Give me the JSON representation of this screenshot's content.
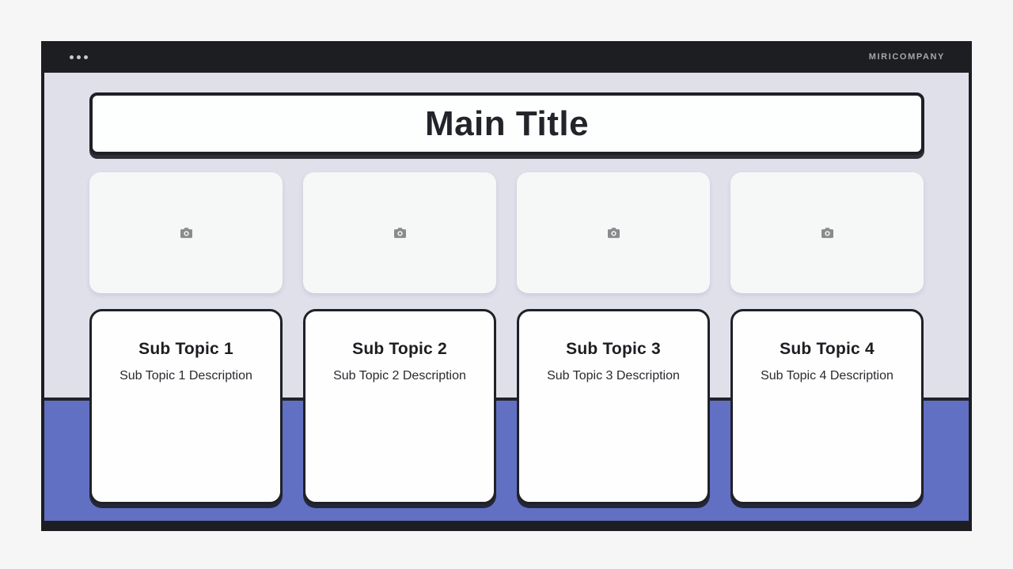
{
  "slide": {
    "topbar": {
      "menu_icon": "ellipsis-icon",
      "brand": "MIRICOMPANY"
    },
    "title": "Main Title",
    "colors": {
      "frame": "#1d1e21",
      "body_top": "#dfe0ea",
      "body_bottom": "#6170c3",
      "card_border": "#202127",
      "placeholder_bg": "#f6f7f7",
      "camera_icon": "#8b8b8e"
    },
    "image_placeholders": [
      {
        "icon": "camera-icon"
      },
      {
        "icon": "camera-icon"
      },
      {
        "icon": "camera-icon"
      },
      {
        "icon": "camera-icon"
      }
    ],
    "subtopics": [
      {
        "title": "Sub Topic 1",
        "description": "Sub Topic 1 Description"
      },
      {
        "title": "Sub Topic 2",
        "description": "Sub Topic 2 Description"
      },
      {
        "title": "Sub Topic 3",
        "description": "Sub Topic 3 Description"
      },
      {
        "title": "Sub Topic 4",
        "description": "Sub Topic 4 Description"
      }
    ]
  }
}
